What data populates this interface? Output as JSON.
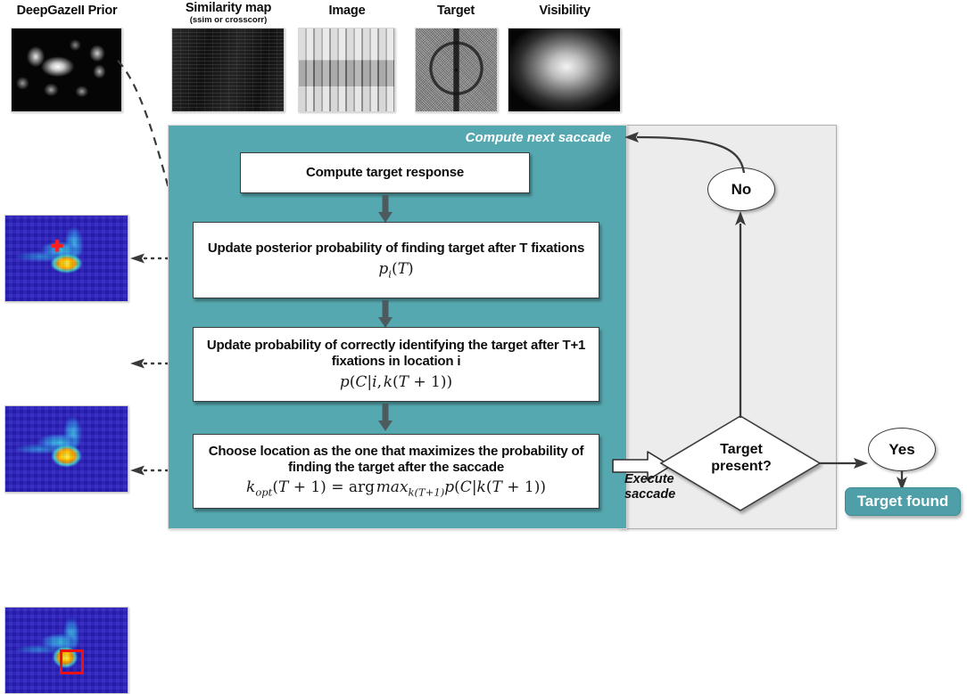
{
  "columns": [
    {
      "title": "DeepGazeII Prior",
      "subtitle": "",
      "image": "saliency-prior-thumbnail"
    },
    {
      "title": "Similarity map",
      "subtitle": "(ssim or crosscorr)",
      "image": "similarity-map-thumbnail"
    },
    {
      "title": "Image",
      "subtitle": "",
      "image": "scene-image-thumbnail"
    },
    {
      "title": "Target",
      "subtitle": "",
      "image": "target-patch-thumbnail"
    },
    {
      "title": "Visibility",
      "subtitle": "",
      "image": "visibility-map-thumbnail"
    }
  ],
  "heatmaps": [
    {
      "name": "posterior-heatmap-1",
      "marker": "red-cross",
      "marker_glyph": "✚"
    },
    {
      "name": "posterior-heatmap-2",
      "marker": "none",
      "marker_glyph": ""
    },
    {
      "name": "posterior-heatmap-3",
      "marker": "red-box",
      "marker_glyph": ""
    }
  ],
  "teal_panel": {
    "title": "Compute next saccade",
    "color": "#55a8b0",
    "steps": [
      {
        "id": "compute-target-response",
        "text": "Compute target response",
        "formula": ""
      },
      {
        "id": "update-posterior",
        "text": "Update posterior probability of finding target after T fixations",
        "formula": "p_i(T)"
      },
      {
        "id": "update-identification-probability",
        "text": "Update probability of correctly identifying the target after T+1 fixations in location i",
        "formula": "p(C|i, k(T + 1))"
      },
      {
        "id": "choose-location",
        "text": "Choose location as the one that maximizes the probability of finding the target after the saccade",
        "formula": "k_opt(T + 1) = arg max_{k(T+1)} p(C|k(T + 1))"
      }
    ]
  },
  "gray_panel": {
    "execute_label_line1": "Execute",
    "execute_label_line2": "saccade",
    "decision": {
      "line1": "Target",
      "line2": "present?"
    },
    "no_label": "No"
  },
  "outcome": {
    "yes_label": "Yes",
    "found_label": "Target found",
    "found_color": "#4f9fa8"
  }
}
